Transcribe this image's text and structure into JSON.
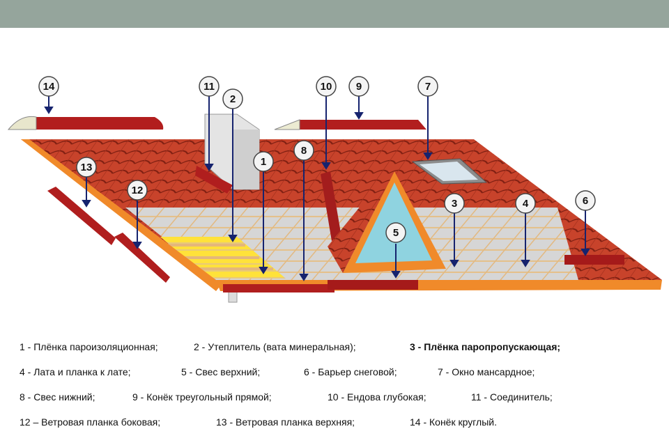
{
  "diagram": {
    "callouts": [
      {
        "id": "14",
        "label": "14"
      },
      {
        "id": "11",
        "label": "11"
      },
      {
        "id": "2",
        "label": "2"
      },
      {
        "id": "10",
        "label": "10"
      },
      {
        "id": "9",
        "label": "9"
      },
      {
        "id": "7",
        "label": "7"
      },
      {
        "id": "13",
        "label": "13"
      },
      {
        "id": "1",
        "label": "1"
      },
      {
        "id": "8",
        "label": "8"
      },
      {
        "id": "12",
        "label": "12"
      },
      {
        "id": "3",
        "label": "3"
      },
      {
        "id": "4",
        "label": "4"
      },
      {
        "id": "6",
        "label": "6"
      },
      {
        "id": "5",
        "label": "5"
      }
    ]
  },
  "legend": {
    "row1": [
      "1 - Плёнка пароизоляционная;",
      "2 - Утеплитель (вата минеральная);",
      "3 - Плёнка паропропускающая;"
    ],
    "row2": [
      "4 - Лата и планка к лате;",
      "5 - Свес верхний;",
      "6 - Барьер снеговой;",
      "7 - Окно мансардное;"
    ],
    "row3": [
      "8 - Свес нижний;",
      "9 - Конёк треугольный прямой;",
      "10 - Ендова глубокая;",
      "11 - Соединитель;"
    ],
    "row4": [
      "12 – Ветровая планка боковая;",
      "13 - Ветровая планка верхняя;",
      "14 - Конёк круглый."
    ]
  },
  "colors": {
    "header": "#95a59c",
    "tile": "#c8432b",
    "tile_dark": "#8e2418",
    "trim": "#f08a2a",
    "insulation": "#ffe23a",
    "membrane": "#d9d9d9",
    "glass": "#8fd3e0"
  }
}
